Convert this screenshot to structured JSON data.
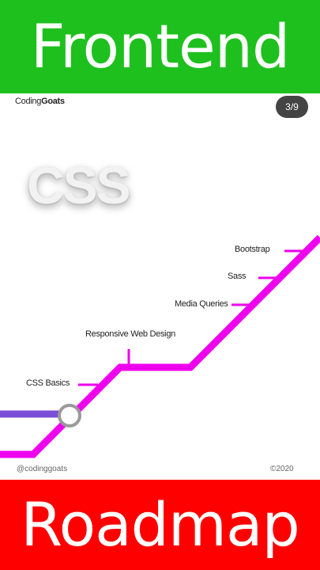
{
  "banner_top": "Frontend",
  "banner_bottom": "Roadmap",
  "brand": {
    "part1": "Coding",
    "part2": "Goats"
  },
  "page_indicator": "3/9",
  "topic_title": "CSS",
  "milestones": [
    {
      "id": "bootstrap",
      "label": "Bootstrap"
    },
    {
      "id": "sass",
      "label": "Sass"
    },
    {
      "id": "media-queries",
      "label": "Media Queries"
    },
    {
      "id": "responsive",
      "label": "Responsive Web Design"
    },
    {
      "id": "css-basics",
      "label": "CSS Basics"
    }
  ],
  "footer": {
    "handle": "@codinggoats",
    "year": "©2020"
  },
  "colors": {
    "track": "#ee00ee",
    "branch": "#7b4fd8",
    "node": "#9a9a9a",
    "top_banner": "#1ec01e",
    "bottom_banner": "#ff0000"
  }
}
